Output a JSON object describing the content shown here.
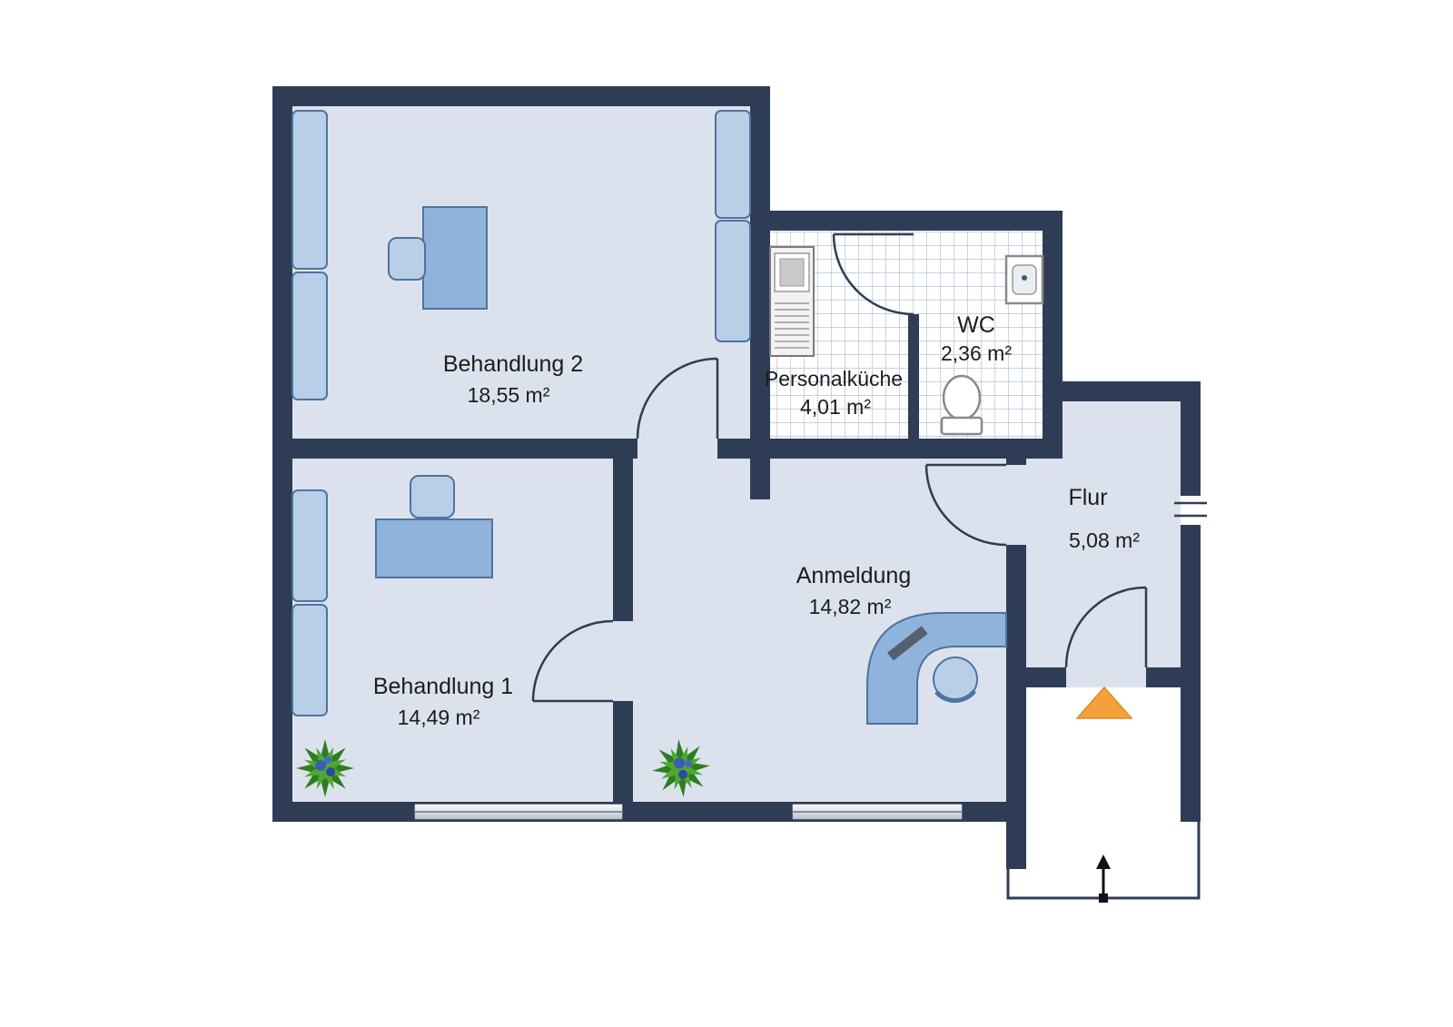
{
  "floorplan": {
    "type": "medical-practice-floor-plan",
    "rooms": [
      {
        "id": "behandlung2",
        "label": "Behandlung 2",
        "area": "18,55 m²"
      },
      {
        "id": "behandlung1",
        "label": "Behandlung 1",
        "area": "14,49 m²"
      },
      {
        "id": "personalkueche",
        "label": "Personalküche",
        "area": "4,01 m²"
      },
      {
        "id": "wc",
        "label": "WC",
        "area": "2,36 m²"
      },
      {
        "id": "anmeldung",
        "label": "Anmeldung",
        "area": "14,82 m²"
      },
      {
        "id": "flur",
        "label": "Flur",
        "area": "5,08 m²"
      }
    ],
    "colors": {
      "wall": "#2e3d55",
      "floor": "#dce2ed",
      "tile_line": "#b3c3d9",
      "furniture": "#8fb3da",
      "furniture_light": "#b9cfe8",
      "accent_orange": "#f2a13b",
      "plant_green": "#4fa831",
      "background": "#ffffff"
    },
    "icons": [
      "entrance-arrow-icon",
      "entrance-triangle-icon",
      "plant-icon",
      "toilet-icon",
      "sink-icon",
      "kitchen-unit-icon",
      "reception-desk-icon"
    ]
  }
}
